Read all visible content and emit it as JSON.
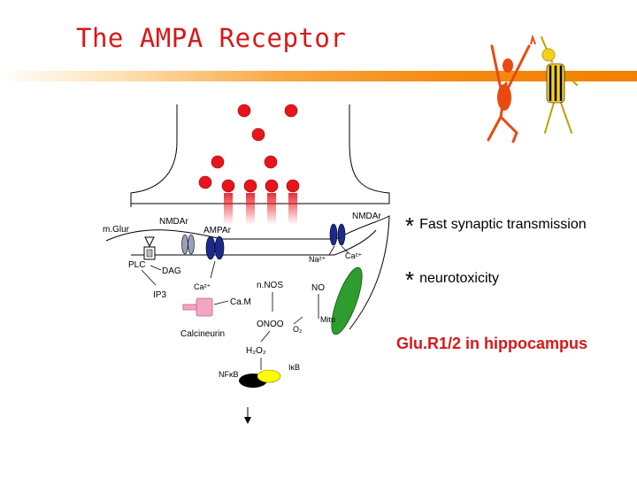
{
  "title": "The AMPA Receptor",
  "diagram": {
    "labels": {
      "mglur": "m.Glur",
      "nmdar_left": "NMDAr",
      "ampar": "AMPAr",
      "nmdar_right": "NMDAr",
      "plc": "PLC",
      "dag": "DAG",
      "ip3": "IP3",
      "ca_left": "Ca²⁺",
      "nnos": "n.NOS",
      "na": "Na²⁺",
      "ca_right": "Ca²⁺",
      "no": "NO",
      "cam": "Ca.M",
      "calcineurin": "Calcineurin",
      "onoo": "ONOO",
      "o2": "O₂",
      "mito": "Mito",
      "h2o2": "H₂O₂",
      "nfkb": "NFκB",
      "ikb": "IκB"
    },
    "colors": {
      "vesicle": "#e8141c",
      "receptor": "#1c2a8c",
      "mito": "#2e9c2e",
      "calcineurin": "#f2a6c4",
      "ikb": "#ffff00",
      "nfkb": "#000000"
    }
  },
  "bullets": [
    {
      "symbol": "*",
      "text": "Fast synaptic transmission"
    },
    {
      "symbol": "*",
      "text": "neurotoxicity"
    }
  ],
  "note": "Glu.R1/2 in hippocampus",
  "mascot_icon": "dancing-figures-icon"
}
